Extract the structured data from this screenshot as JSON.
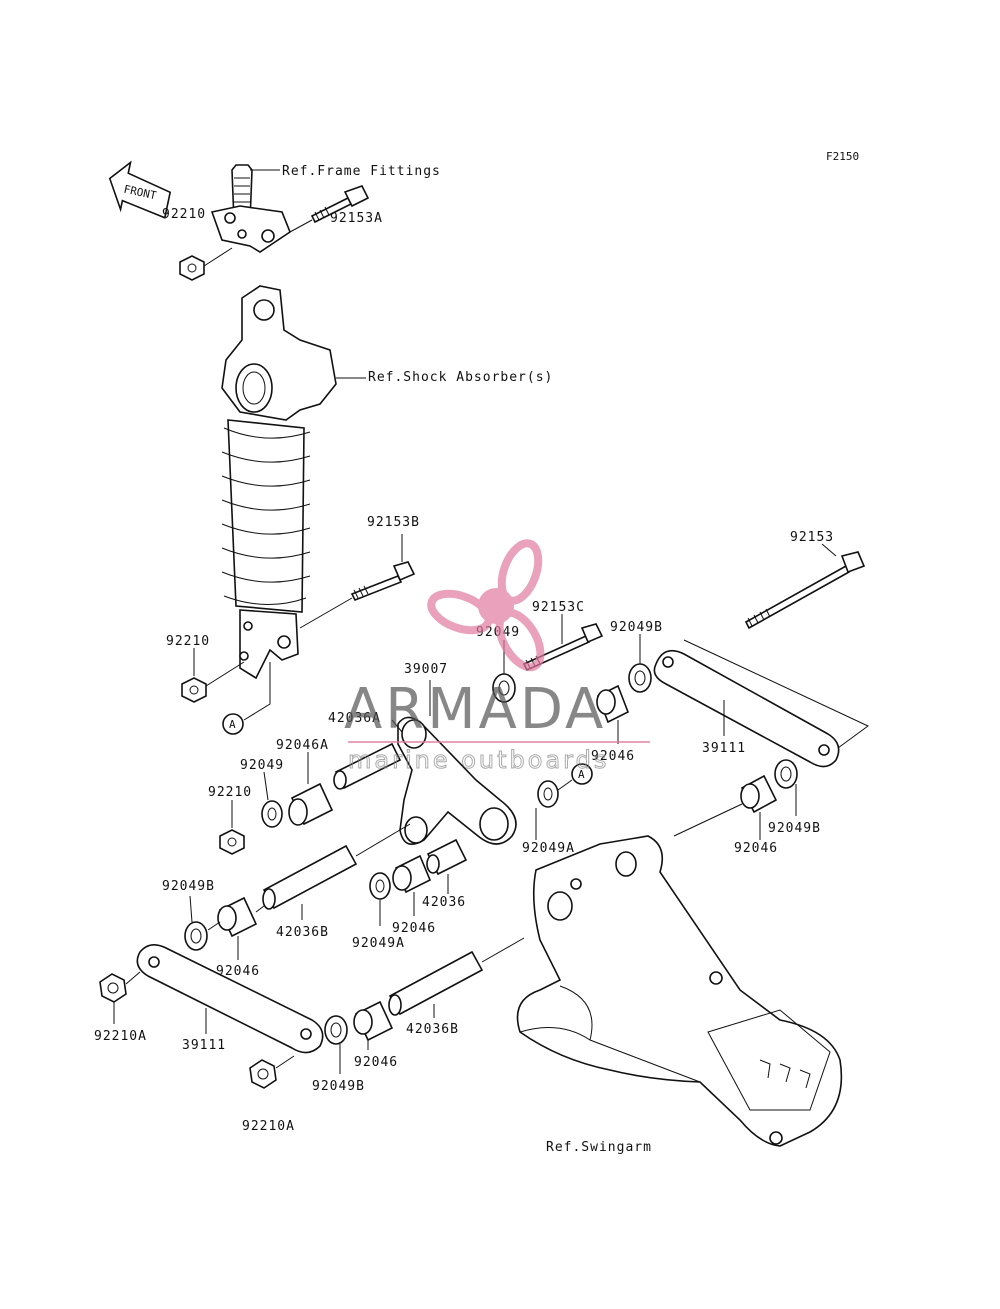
{
  "diagram_code": "F2150",
  "front_label": "FRONT",
  "refs": {
    "frame": "Ref.Frame Fittings",
    "shock": "Ref.Shock Absorber(s)",
    "swingarm": "Ref.Swingarm"
  },
  "callout_a": "A",
  "labels": {
    "p92210_top": "92210",
    "p92153A": "92153A",
    "p92153B": "92153B",
    "p92210_mid": "92210",
    "p92153": "92153",
    "p92153C": "92153C",
    "p92049_top": "92049",
    "p92049B_top": "92049B",
    "p39007": "39007",
    "p42036A": "42036A",
    "p92046A": "92046A",
    "p92049_left": "92049",
    "p92210_left": "92210",
    "p92046_mid": "92046",
    "p39111_right": "39111",
    "p92049A_mid": "92049A",
    "p92046_right": "92046",
    "p92049B_right": "92049B",
    "p92049B_left": "92049B",
    "p42036B_upper": "42036B",
    "p92046_left": "92046",
    "p42036": "42036",
    "p92046_center": "92046",
    "p92049A_center": "92049A",
    "p92210A_left": "92210A",
    "p39111_left": "39111",
    "p42036B_lower": "42036B",
    "p92046_lower": "92046",
    "p92049B_lower": "92049B",
    "p92210A_bottom": "92210A"
  },
  "watermark": {
    "brand": "ARMADA",
    "tagline": "marine outboards",
    "accent_color": "#e07aa0"
  }
}
